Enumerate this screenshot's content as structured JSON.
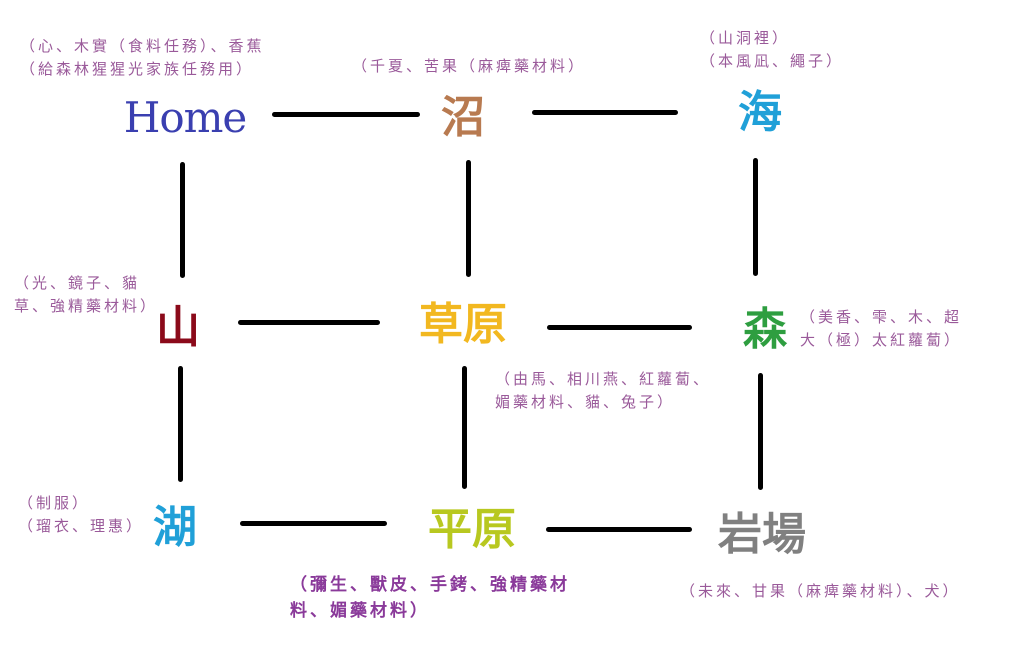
{
  "nodes": {
    "home": {
      "label": "Home",
      "color": "#3a3fb0"
    },
    "swamp": {
      "label": "沼",
      "color": "#b87a50"
    },
    "sea": {
      "label": "海",
      "color": "#20a0d8"
    },
    "mountain": {
      "label": "山",
      "color": "#8b0a1a"
    },
    "grassland": {
      "label": "草原",
      "color": "#f2b820"
    },
    "forest": {
      "label": "森",
      "color": "#2e9e40"
    },
    "lake": {
      "label": "湖",
      "color": "#20a0d8"
    },
    "plain": {
      "label": "平原",
      "color": "#b8c820"
    },
    "rocks": {
      "label": "岩場",
      "color": "#808080"
    }
  },
  "notes": {
    "home": [
      "（心、木實（食料任務）、香蕉",
      "（給森林猩猩光家族任務用）"
    ],
    "swamp": [
      "（千夏、苦果（麻痺藥材料）"
    ],
    "sea": [
      "（山洞裡）",
      "（本風凪、繩子）"
    ],
    "mountain": [
      "（光、鏡子、貓",
      "草、強精藥材料）"
    ],
    "grassland": [
      "（由馬、相川燕、紅蘿蔔、",
      "媚藥材料、貓、兔子）"
    ],
    "forest": [
      "（美香、雫、木、超",
      "大（極）太紅蘿蔔）"
    ],
    "lake": [
      "（制服）",
      "（瑠衣、理惠）"
    ],
    "plain": [
      "（彌生、獸皮、手銬、強精藥材",
      "料、媚藥材料）"
    ],
    "rocks": [
      "（未來、甘果（麻痺藥材料）、犬）"
    ]
  }
}
